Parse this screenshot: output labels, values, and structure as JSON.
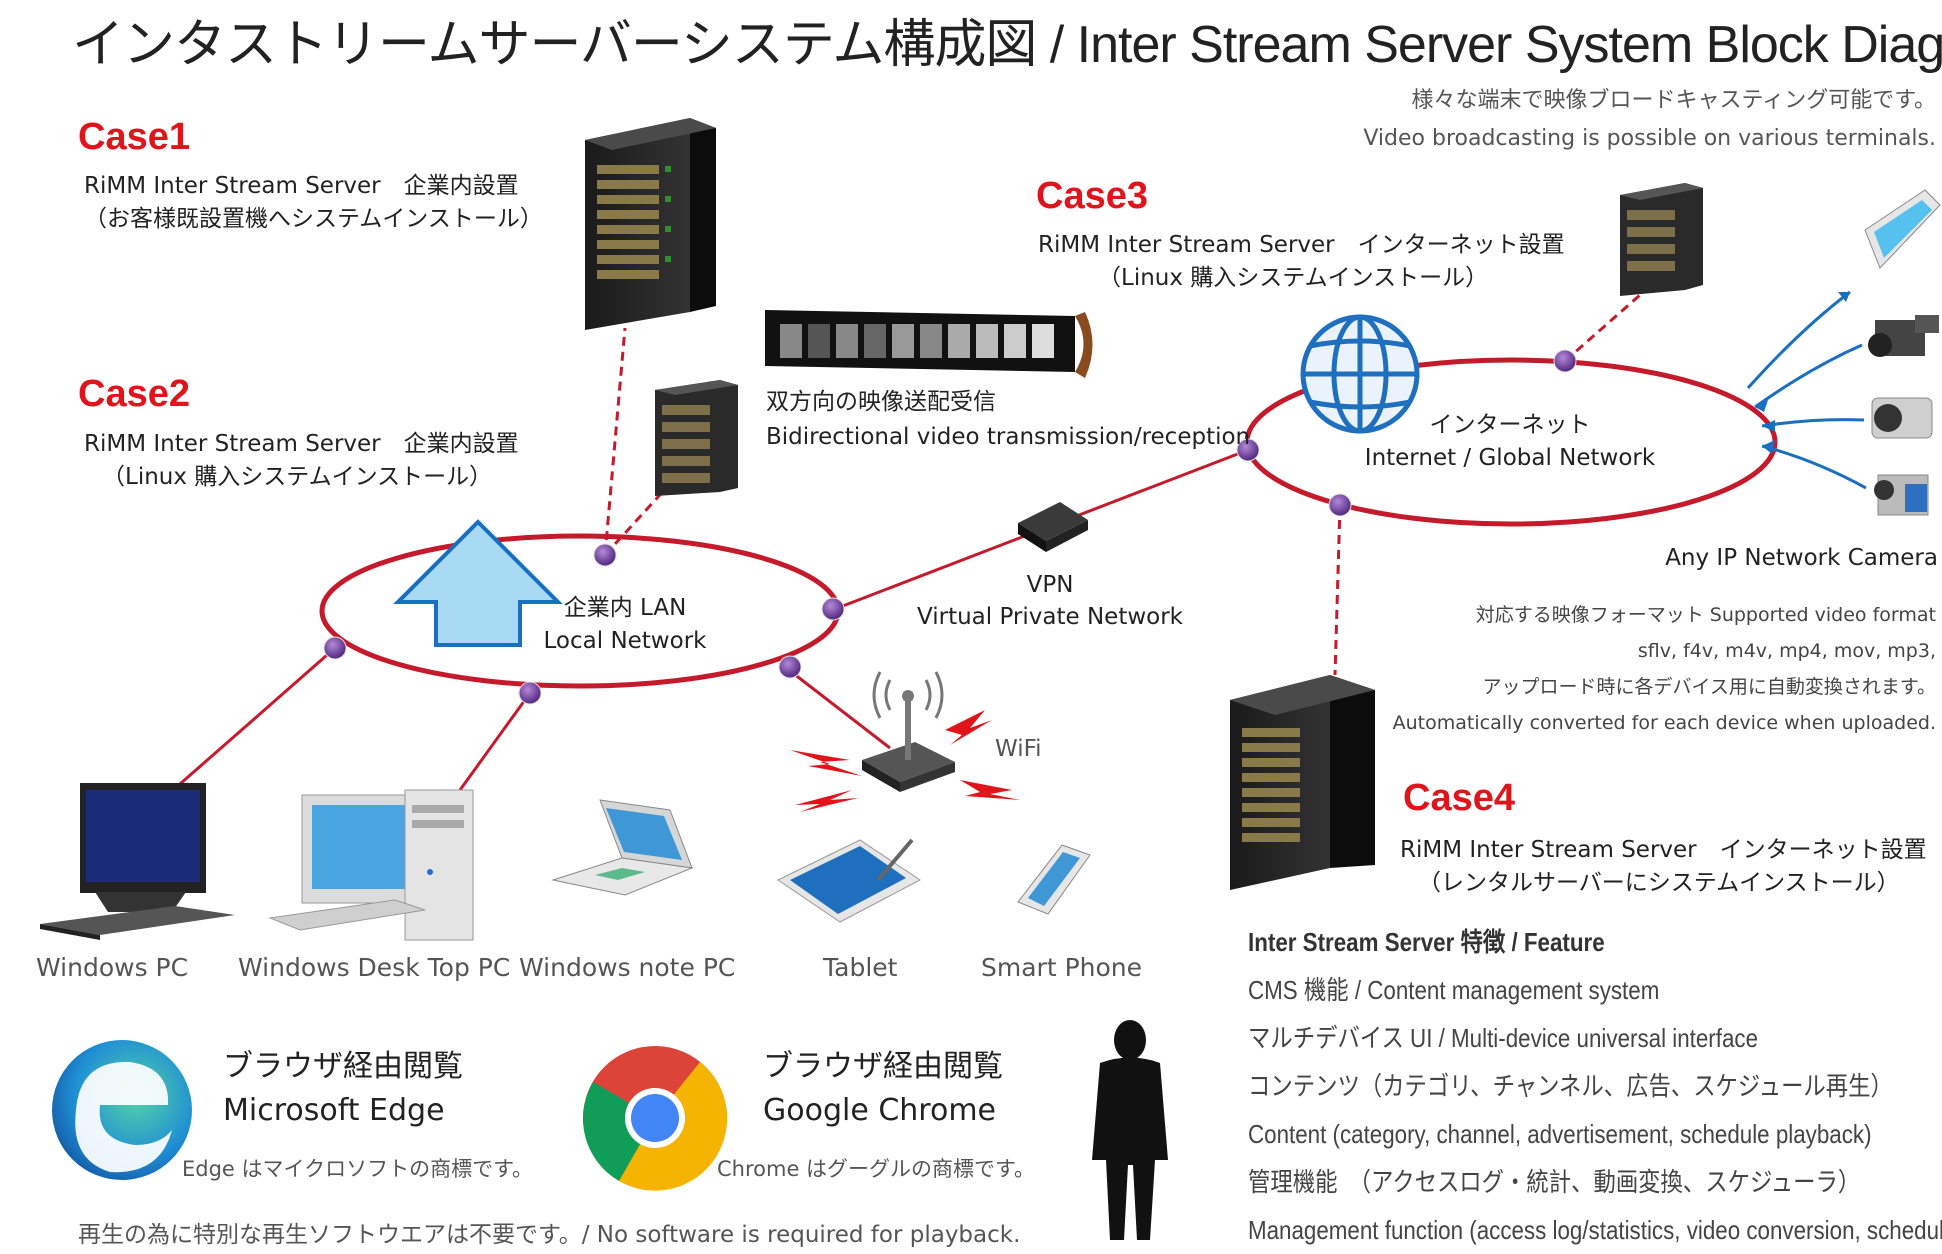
{
  "title": "インタストリームサーバーシステム構成図 / Inter Stream Server System Block Diagram",
  "tagline": {
    "jp": "様々な端末で映像ブロードキャスティング可能です。",
    "en": "Video broadcasting is possible on various terminals."
  },
  "cases": [
    {
      "heading": "Case1",
      "line1": "RiMM Inter Stream Server　企業内設置",
      "line2": "（お客様既設置機へシステムインストール）"
    },
    {
      "heading": "Case2",
      "line1": "RiMM Inter Stream Server　企業内設置",
      "line2": "（Linux 購入システムインストール）"
    },
    {
      "heading": "Case3",
      "line1": "RiMM Inter Stream Server　インターネット設置",
      "line2": "（Linux 購入システムインストール）"
    },
    {
      "heading": "Case4",
      "line1": "RiMM Inter Stream Server　インターネット設置",
      "line2": "（レンタルサーバーにシステムインストール）"
    }
  ],
  "film": {
    "jp": "双方向の映像送配受信",
    "en": "Bidirectional video transmission/reception"
  },
  "lan": {
    "jp": "企業内 LAN",
    "en": "Local Network"
  },
  "internet": {
    "jp": "インターネット",
    "en": "Internet / Global Network"
  },
  "vpn": {
    "short": "VPN",
    "full": "Virtual Private Network"
  },
  "wifi": "WiFi",
  "camera_label": "Any IP Network Camera",
  "formats": {
    "line1": "対応する映像フォーマット Supported video format",
    "line2": "sflv, f4v, m4v, mp4, mov, mp3,",
    "line3": "アップロード時に各デバイス用に自動変換されます。",
    "line4": "Automatically converted for each device when uploaded."
  },
  "devices": [
    "Windows PC",
    "Windows Desk Top PC",
    "Windows note PC",
    "Tablet",
    "Smart Phone"
  ],
  "browsers": [
    {
      "jp": "ブラウザ経由閲覧",
      "name": "Microsoft Edge",
      "note": "Edge はマイクロソフトの商標です。"
    },
    {
      "jp": "ブラウザ経由閲覧",
      "name": "Google Chrome",
      "note": "Chrome はグーグルの商標です。"
    }
  ],
  "no_software": "再生の為に特別な再生ソフトウエアは不要です。/ No software is required for playback.",
  "features": {
    "heading": "Inter Stream Server 特徴 / Feature",
    "items": [
      "CMS 機能 / Content management system",
      "マルチデバイス UI / Multi-device universal interface",
      "コンテンツ（カテゴリ、チャンネル、広告、スケジュール再生）",
      "Content (category, channel, advertisement, schedule playback)",
      "管理機能　（アクセスログ・統計、動画変換、スケジューラ）",
      "Management function (access log/statistics, video conversion, scheduler)"
    ]
  },
  "colors": {
    "network": "#c41a2b",
    "node": "#5a2a8a",
    "accent": "#e0141b",
    "arrow": "#1a6fc0"
  }
}
